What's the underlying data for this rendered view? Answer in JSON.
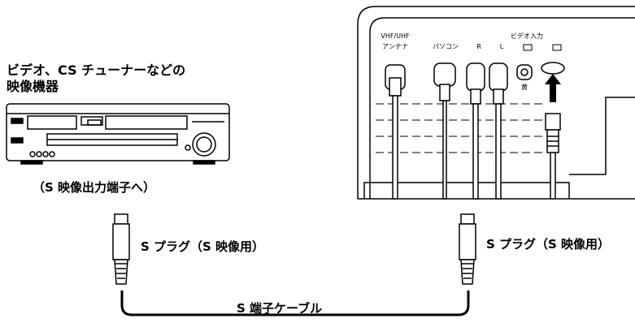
{
  "device_label": [
    "ビデオ、CS チューナーなどの",
    "映像機器"
  ],
  "output_label": "（S 映像出力端子へ）",
  "plug_label_left": "S プラグ（S 映像用）",
  "plug_label_right": "S プラグ（S 映像用）",
  "cable_label": "S 端子ケーブル",
  "tv_panel": {
    "antenna_label": [
      "VHF/UHF",
      "アンテナ"
    ],
    "pc_label": "パソコン",
    "video_in_label": "ビデオ入力",
    "audio_r": "R",
    "audio_l": "L",
    "yellow": "黄"
  }
}
